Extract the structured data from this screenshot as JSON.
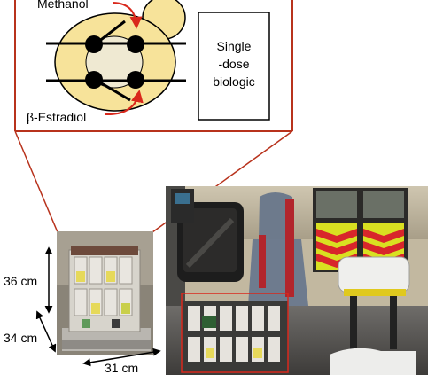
{
  "inset": {
    "top_label": "Methanol",
    "bottom_label": "β-Estradiol",
    "box_lines": [
      "Single",
      "-dose",
      "biologic"
    ]
  },
  "dimensions": {
    "height": "36 cm",
    "depth": "34 cm",
    "width": "31 cm"
  },
  "colors": {
    "callout": "#b8321c",
    "cell_fill": "#f7e39a",
    "nucleus_fill": "#efe9d2",
    "arrow": "#d9281c",
    "chevron_red": "#d8262b",
    "chevron_yellow": "#d9e021"
  }
}
